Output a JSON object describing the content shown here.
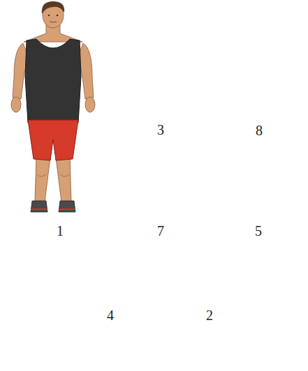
{
  "diagram": {
    "nodes": [
      {
        "text": [
          "3"
        ]
      },
      {
        "text": [
          "8"
        ]
      },
      {
        "text": [
          "1"
        ]
      },
      {
        "text": [
          "7"
        ]
      },
      {
        "text": [
          "5"
        ]
      },
      {
        "text": [
          "4"
        ]
      },
      {
        "text": [
          "2"
        ]
      }
    ]
  }
}
